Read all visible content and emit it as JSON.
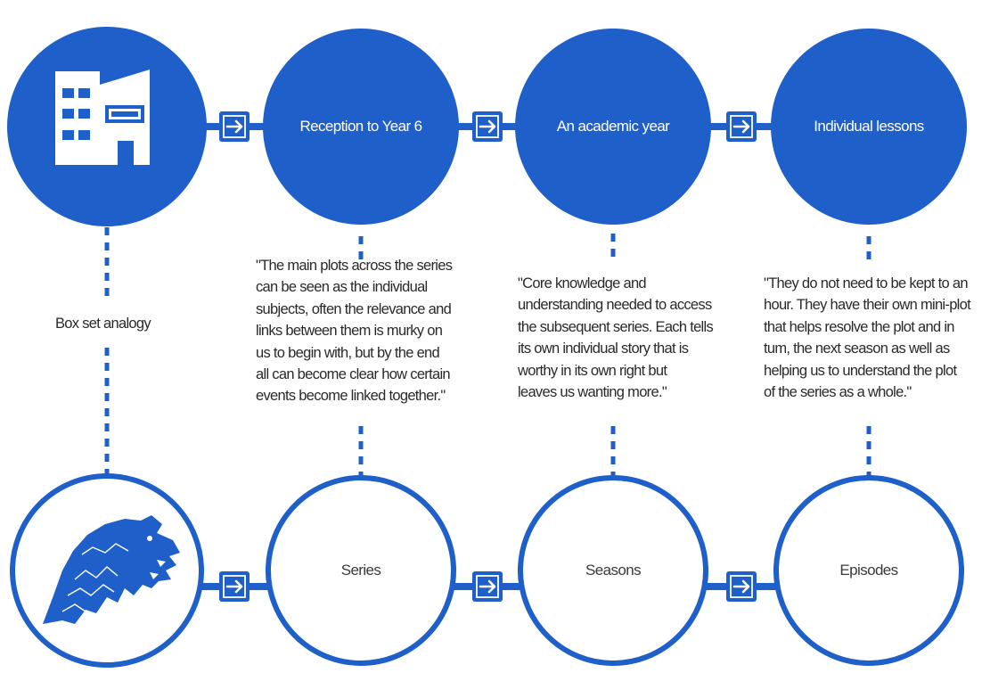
{
  "colors": {
    "primary": "#1f5fc9",
    "text": "#2a2a2a",
    "background": "#ffffff"
  },
  "top_row": [
    {
      "icon": "school-building-icon"
    },
    {
      "label": "Reception to Year 6"
    },
    {
      "label": "An academic year"
    },
    {
      "label": "Individual lessons"
    }
  ],
  "bottom_row": [
    {
      "icon": "wolf-head-icon"
    },
    {
      "label": "Series"
    },
    {
      "label": "Seasons"
    },
    {
      "label": "Episodes"
    }
  ],
  "analogy_label": "Box set analogy",
  "quotes": [
    {
      "lines": [
        "\"The main plots across the series",
        "can be seen as the individual",
        "subjects, often the relevance and",
        "links between them is murky on",
        "us to begin with, but by the end",
        "all can become clear how certain",
        "events become linked together.\""
      ]
    },
    {
      "lines": [
        "\"Core knowledge and",
        "understanding needed to access",
        "the subsequent series. Each tells",
        "its own individual story that is",
        "worthy in its own right but",
        "leaves us wanting more.\""
      ]
    },
    {
      "lines": [
        "\"They do not need to be kept to an",
        "hour. They have their own mini-plot",
        "that helps resolve the plot and in",
        "tum, the next season as well as",
        "helping us to understand the plot",
        "of the series as a whole.\""
      ]
    }
  ],
  "arrow_icon": "right-arrow-icon"
}
